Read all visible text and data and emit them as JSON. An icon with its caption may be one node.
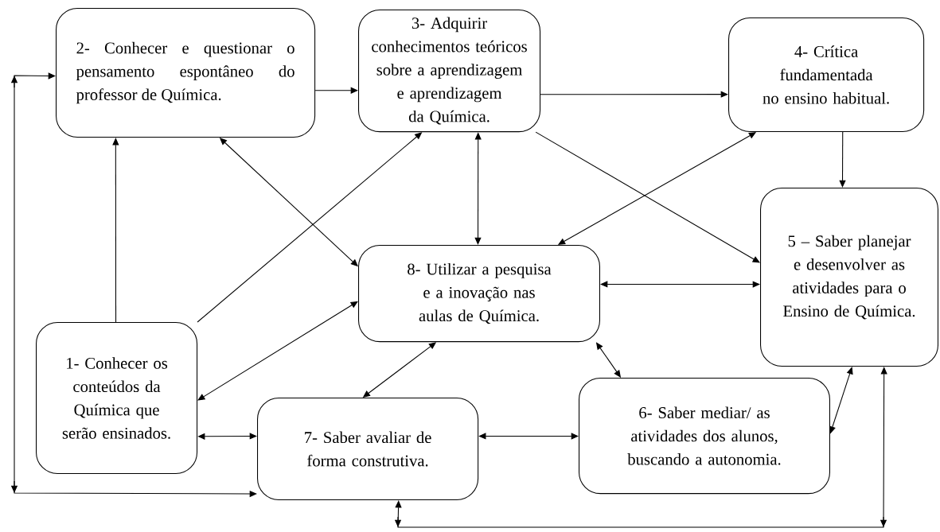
{
  "diagram": {
    "nodes": [
      {
        "text": [
          "1- Conhecer os conteúdos da Química que serão ensinados."
        ]
      },
      {
        "text": [
          "2- Conhecer e questionar o pensamento espontâneo do professor de Química."
        ]
      },
      {
        "text": [
          "3- Adquirir conhecimentos teóricos sobre a aprendizagem e aprendizagem da Química."
        ]
      },
      {
        "text": [
          "4- Crítica fundamentada no ensino habitual."
        ]
      },
      {
        "text": [
          "5 – Saber planejar e desenvolver as atividades para o Ensino de Química."
        ]
      },
      {
        "text": [
          "6- Saber mediar/ as atividades dos alunos, buscando a autonomia."
        ]
      },
      {
        "text": [
          "7- Saber avaliar de forma construtiva."
        ]
      },
      {
        "text": [
          "8- Utilizar a pesquisa e a inovação nas aulas de Química."
        ]
      }
    ],
    "edges": [
      {
        "from": 0,
        "to": 1,
        "arrow": "to"
      },
      {
        "from": 0,
        "to": 2,
        "arrow": "to"
      },
      {
        "from": 0,
        "to": 7,
        "arrow": "both"
      },
      {
        "from": 0,
        "to": 6,
        "arrow": "both"
      },
      {
        "from": 1,
        "to": 2,
        "arrow": "to"
      },
      {
        "from": 1,
        "to": 7,
        "arrow": "both"
      },
      {
        "from": 2,
        "to": 3,
        "arrow": "to"
      },
      {
        "from": 2,
        "to": 7,
        "arrow": "both"
      },
      {
        "from": 2,
        "to": 4,
        "arrow": "to"
      },
      {
        "from": 3,
        "to": 4,
        "arrow": "to"
      },
      {
        "from": 7,
        "to": 3,
        "arrow": "both"
      },
      {
        "from": 7,
        "to": 4,
        "arrow": "both"
      },
      {
        "from": 7,
        "to": 5,
        "arrow": "both"
      },
      {
        "from": 7,
        "to": 6,
        "arrow": "both"
      },
      {
        "from": 6,
        "to": 5,
        "arrow": "both"
      },
      {
        "from": 5,
        "to": 4,
        "arrow": "both"
      },
      {
        "from": 1,
        "to": 6,
        "arrow": "both"
      },
      {
        "from": 6,
        "to": 4,
        "arrow": "both"
      }
    ]
  }
}
